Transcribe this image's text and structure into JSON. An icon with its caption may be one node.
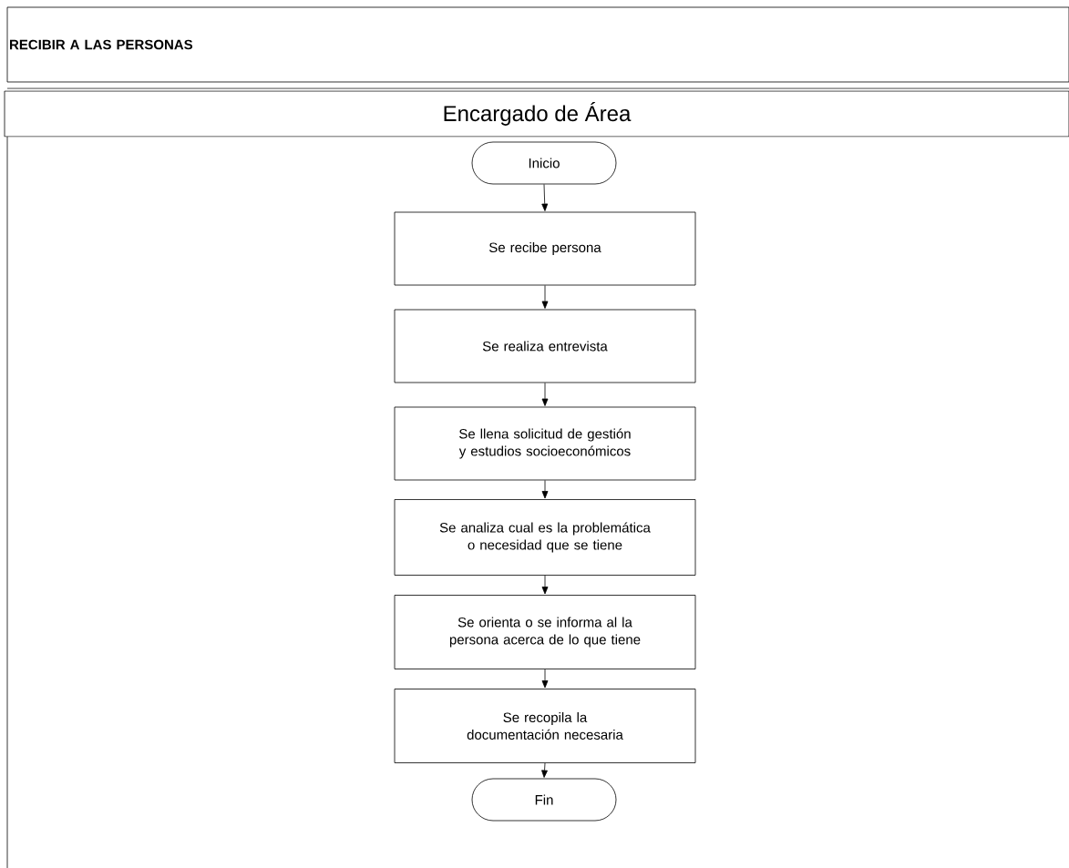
{
  "diagram": {
    "nodes": [
      {
        "text": [
          "RECIBIR A LAS PERSONAS"
        ]
      },
      {
        "text": [
          "Encargado de Área"
        ]
      },
      {
        "text": [
          "Inicio"
        ]
      },
      {
        "text": [
          "Se recibe persona"
        ]
      },
      {
        "text": [
          "Se realiza entrevista"
        ]
      },
      {
        "text": [
          "Se llena solicitud de gestión y estudios socioeconómicos"
        ]
      },
      {
        "text": [
          "Se analiza cual es la problemática o necesidad que se tiene"
        ]
      },
      {
        "text": [
          "Se orienta o se informa al la persona acerca de lo que tiene"
        ]
      },
      {
        "text": [
          "Se recopila la documentación necesaria"
        ]
      },
      {
        "text": [
          "Fin"
        ]
      }
    ],
    "edges": [
      {
        "from": 2,
        "to": 3,
        "arrow": "to"
      },
      {
        "from": 3,
        "to": 4,
        "arrow": "to"
      },
      {
        "from": 4,
        "to": 5,
        "arrow": "to"
      },
      {
        "from": 5,
        "to": 6,
        "arrow": "to"
      },
      {
        "from": 6,
        "to": 7,
        "arrow": "to"
      },
      {
        "from": 7,
        "to": 8,
        "arrow": "to"
      },
      {
        "from": 8,
        "to": 9,
        "arrow": "to"
      }
    ]
  }
}
